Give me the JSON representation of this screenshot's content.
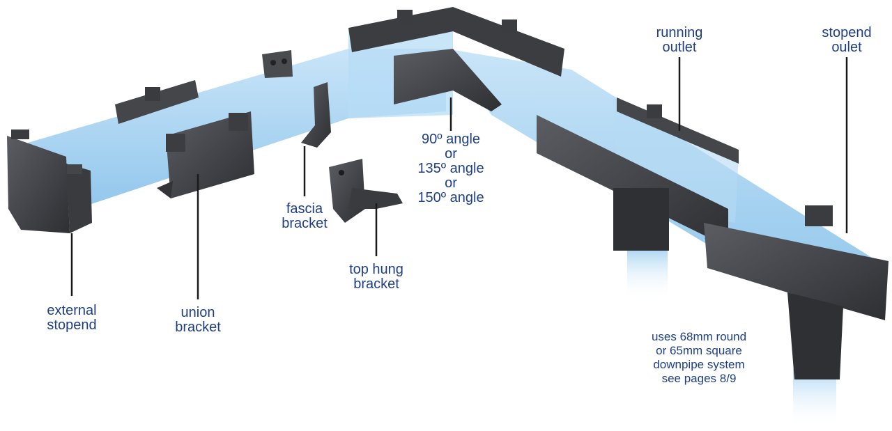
{
  "colors": {
    "part_fill": "#4a4c50",
    "part_dark": "#2b2c2f",
    "part_light": "#6e7075",
    "flow_band": "#8fc8ee",
    "label_text": "#1e3f86",
    "leader_line": "#1a1a1a"
  },
  "labels": {
    "external_stopend": [
      "external",
      "stopend"
    ],
    "union_bracket": [
      "union",
      "bracket"
    ],
    "fascia_bracket": [
      "fascia",
      "bracket"
    ],
    "top_hung_bracket": [
      "top hung",
      "bracket"
    ],
    "angle": [
      "90º angle",
      "or",
      "135º angle",
      "or",
      "150º angle"
    ],
    "running_outlet": [
      "running",
      "outlet"
    ],
    "stopend_outlet": [
      "stopend",
      "oulet"
    ],
    "downpipe_note": [
      "uses 68mm round",
      "or 65mm square",
      "downpipe system",
      "see pages 8/9"
    ]
  }
}
